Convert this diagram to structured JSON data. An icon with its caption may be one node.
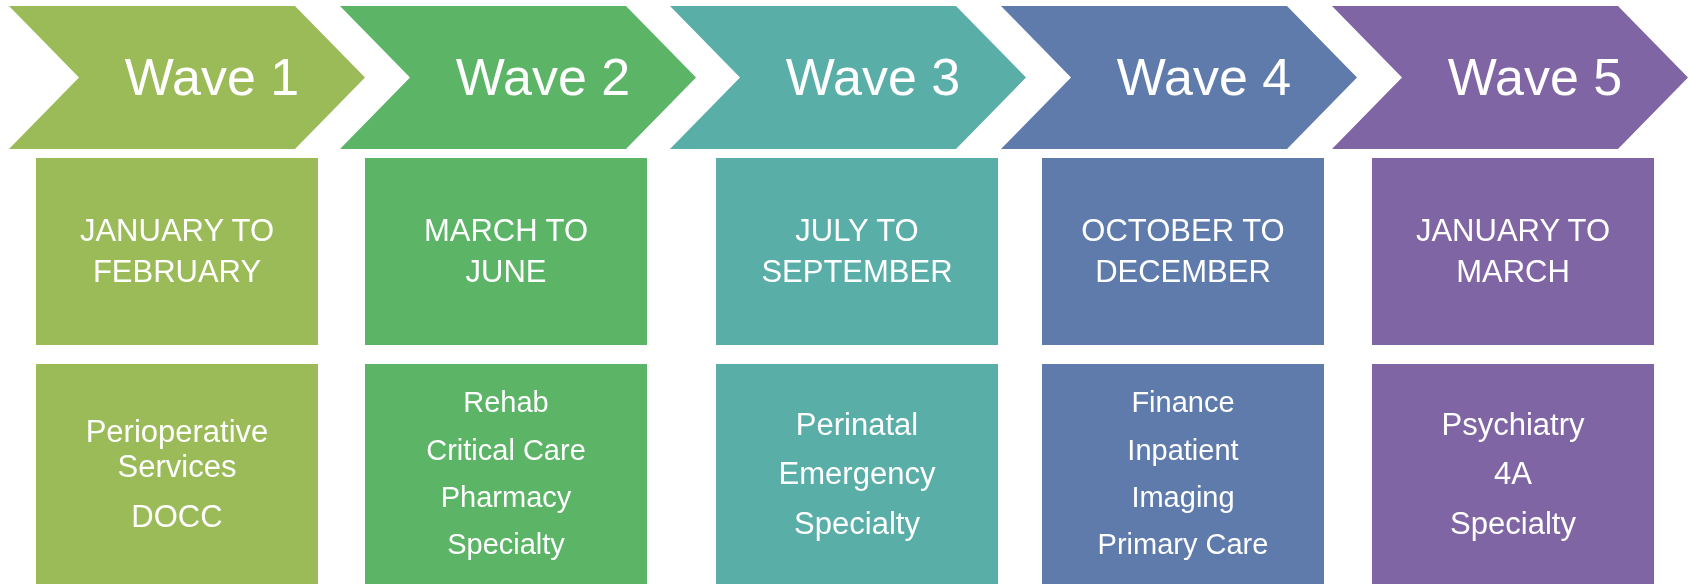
{
  "diagram": {
    "nodes": [
      {
        "text": [
          "Wave 1"
        ]
      },
      {
        "text": [
          "Wave 2"
        ]
      },
      {
        "text": [
          "Wave 3"
        ]
      },
      {
        "text": [
          "Wave 4"
        ]
      },
      {
        "text": [
          "Wave 5"
        ]
      },
      {
        "text": [
          "JANUARY TO FEBRUARY"
        ]
      },
      {
        "text": [
          "MARCH TO JUNE"
        ]
      },
      {
        "text": [
          "JULY TO SEPTEMBER"
        ]
      },
      {
        "text": [
          "OCTOBER TO DECEMBER"
        ]
      },
      {
        "text": [
          "JANUARY TO MARCH"
        ]
      },
      {
        "text": [
          "Perioperative Services",
          "DOCC"
        ]
      },
      {
        "text": [
          "Rehab",
          "Critical Care",
          "Pharmacy",
          "Specialty"
        ]
      },
      {
        "text": [
          "Perinatal",
          "Emergency",
          "Specialty"
        ]
      },
      {
        "text": [
          "Finance",
          "Inpatient",
          "Imaging",
          "Primary Care"
        ]
      },
      {
        "text": [
          "Psychiatry",
          "4A",
          "Specialty"
        ]
      }
    ]
  }
}
